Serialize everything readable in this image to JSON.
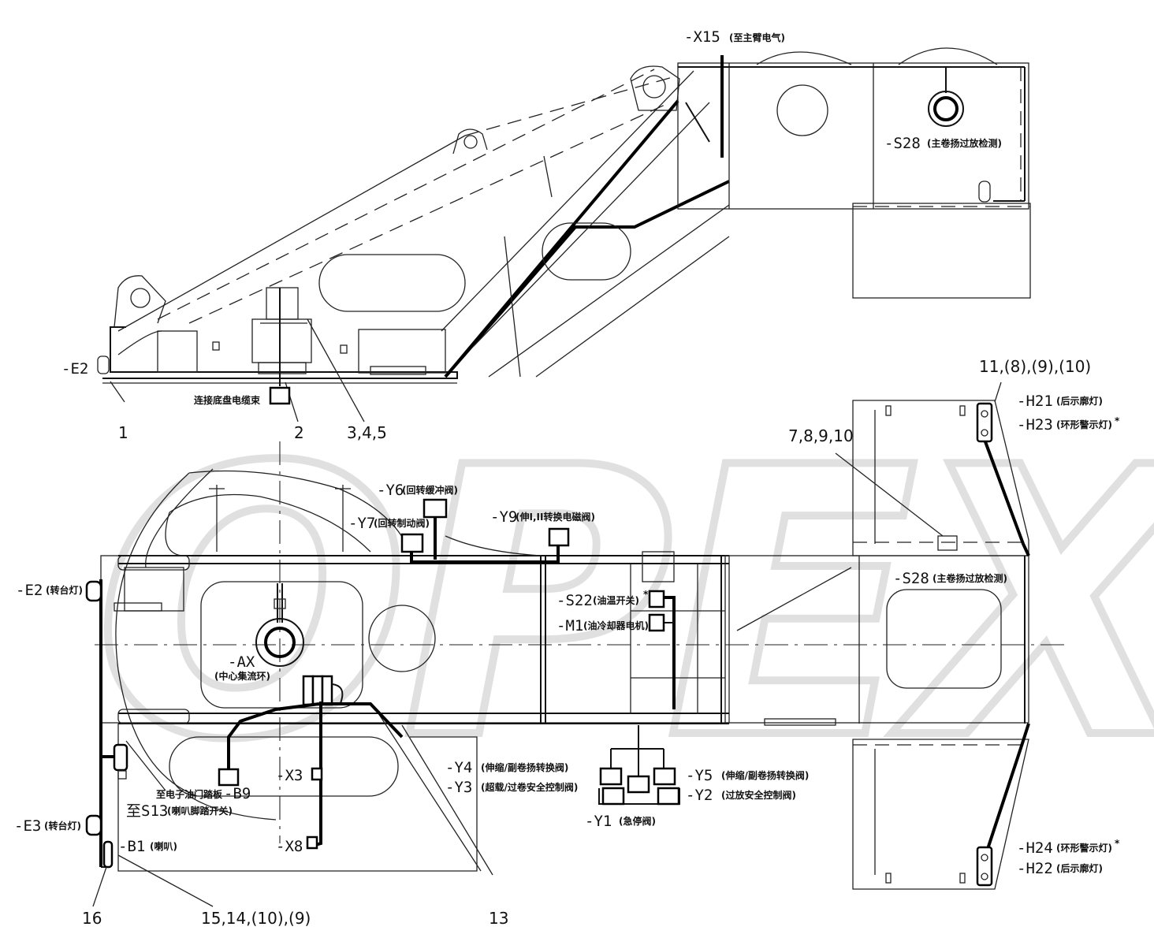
{
  "watermark": "OPEX",
  "top_view": {
    "labels": {
      "x15": "-X15",
      "x15_note": "(至主臂电气)",
      "s28": "-S28",
      "s28_note": "(主卷扬过放检测)",
      "e2": "-E2",
      "chassis_cable": "连接底盘电缆束"
    },
    "callouts": [
      "1",
      "2",
      "3,4,5"
    ]
  },
  "plan_view": {
    "labels": {
      "y6": "-Y6",
      "y6_note": "(回转缓冲阀)",
      "y7": "-Y7",
      "y7_note": "(回转制动阀)",
      "y9": "-Y9",
      "y9_note": "(伸I,II转换电磁阀)",
      "e2": "-E2",
      "e2_note": "(转台灯)",
      "s22": "-S22",
      "s22_note": "(油温开关)",
      "m1": "-M1",
      "m1_note": "(油冷却器电机)",
      "s28": "-S28",
      "s28_note": "(主卷扬过放检测)",
      "ax": "-AX",
      "ax_note": "(中心集流环)",
      "y4": "-Y4",
      "y4_note": "(伸缩/副卷扬转换阀)",
      "y3": "-Y3",
      "y3_note": "(超载/过卷安全控制阀)",
      "y5": "-Y5",
      "y5_note": "(伸缩/副卷扬转换阀)",
      "y2": "-Y2",
      "y2_note": "(过放安全控制阀)",
      "y1": "-Y1",
      "y1_note": "(急停阀)",
      "b9": "-B9",
      "b9_note": "至电子油门踏板",
      "x3": "-X3",
      "x8": "-X8",
      "s13": "至S13",
      "s13_note": "(喇叭脚踏开关)",
      "e3": "-E3",
      "e3_note": "(转台灯)",
      "b1": "-B1",
      "b1_note": "(喇叭)",
      "h21": "-H21",
      "h21_note": "(后示廓灯)",
      "h23": "-H23",
      "h23_note": "(环形警示灯)",
      "h24": "-H24",
      "h24_note": "(环形警示灯)",
      "h22": "-H22",
      "h22_note": "(后示廓灯)",
      "asterisk": "*"
    },
    "callouts": [
      "11,(8),(9),(10)",
      "7,8,9,10",
      "16",
      "15,14,(10),(9)",
      "13"
    ]
  }
}
